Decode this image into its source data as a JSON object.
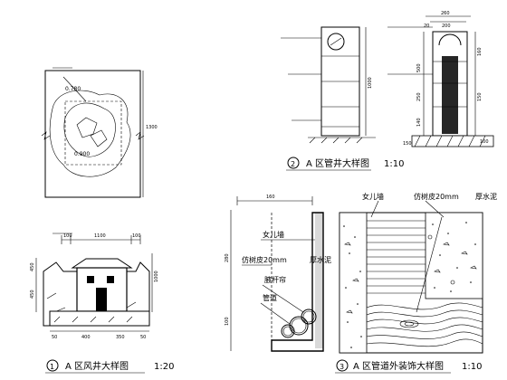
{
  "detail1": {
    "circle_num": "1",
    "title": "A 区风井大样图",
    "scale": "1:20",
    "plan_dims": [
      "0.780",
      "0.900",
      "1300"
    ],
    "section_dims": [
      "100",
      "1100",
      "100",
      "450",
      "450",
      "1000",
      "50",
      "400",
      "350",
      "50"
    ]
  },
  "detail2": {
    "circle_num": "2",
    "title": "A 区管井大样图",
    "scale": "1:10",
    "top_dims": [
      "260",
      "200",
      "20"
    ],
    "side_dims": [
      "1000",
      "160",
      "150",
      "500",
      "250",
      "140",
      "150",
      "100"
    ]
  },
  "detail3": {
    "circle_num": "3",
    "title": "A 区管道外装饰大样图",
    "scale": "1:10",
    "dims": [
      "160",
      "280",
      "100"
    ],
    "labels": {
      "parapet": "女儿墙",
      "wood_strip": "仿树皮20mm",
      "thick_rain": "厚水泥",
      "grass_blank": "腋杆帘",
      "pipe": "管道"
    },
    "plan_labels": {
      "parapet": "女儿墙",
      "wood_strip": "仿树皮20mm",
      "thick_rain": "厚水泥"
    }
  }
}
